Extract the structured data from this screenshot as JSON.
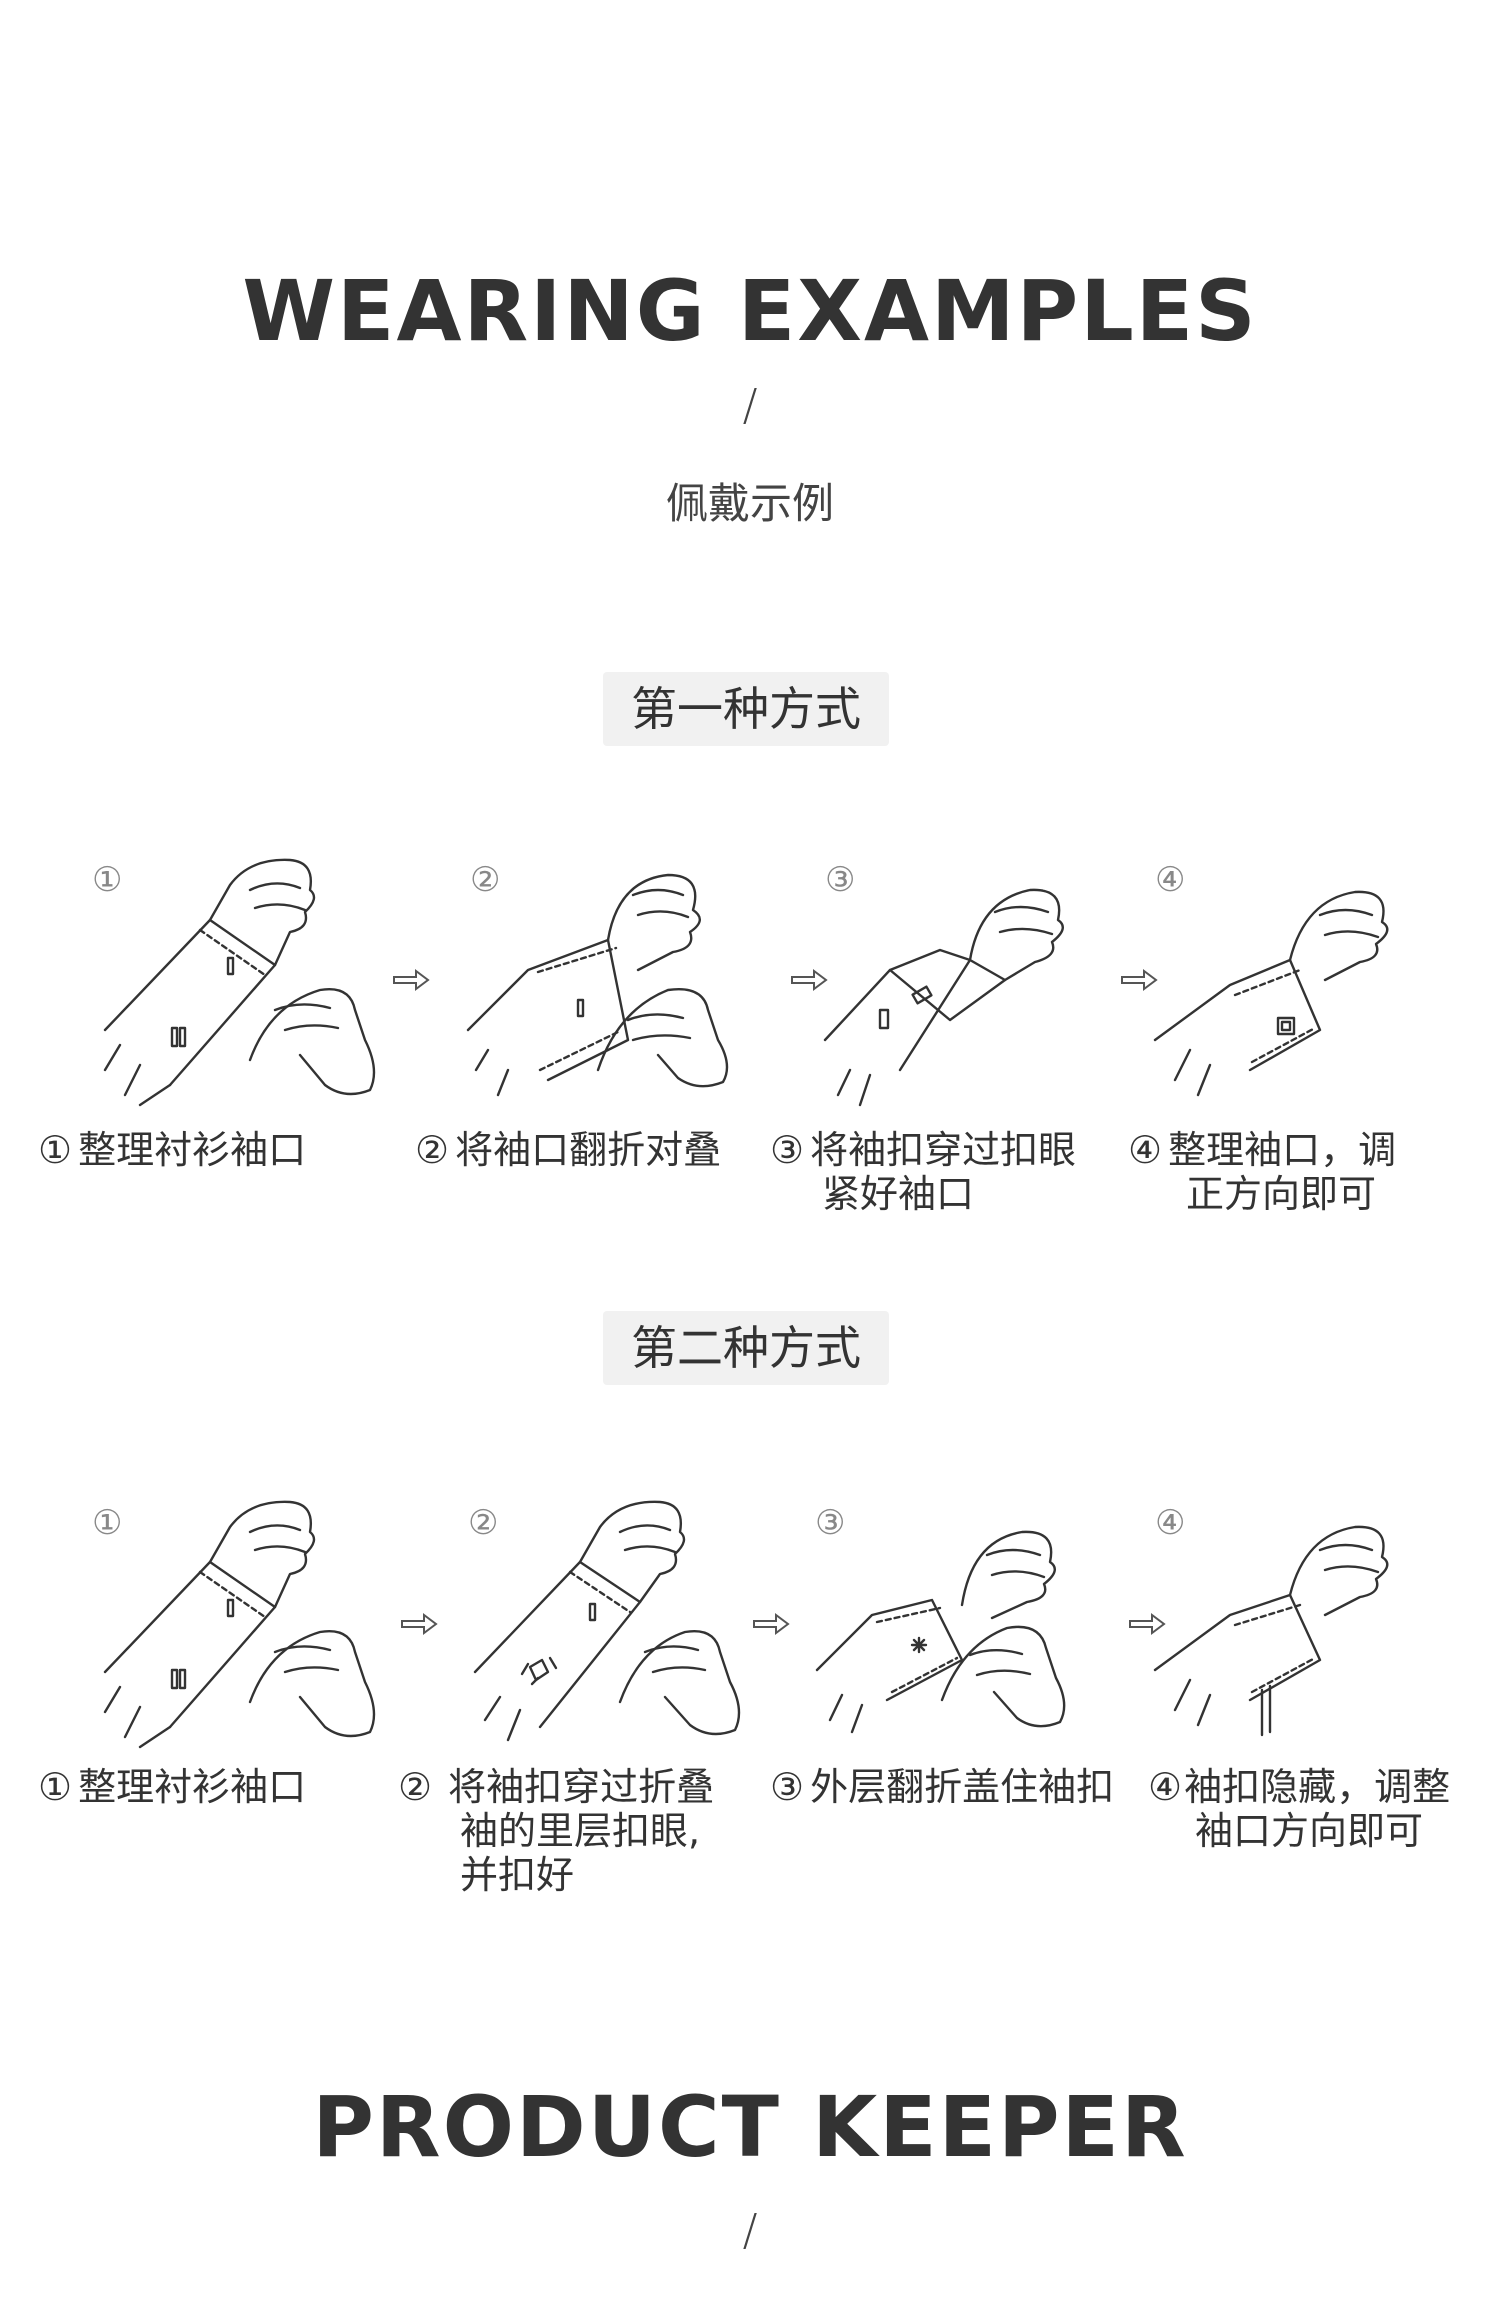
{
  "header": {
    "title": "WEARING EXAMPLES",
    "divider": "/",
    "subtitle": "佩戴示例"
  },
  "method1": {
    "label": "第一种方式",
    "steps": [
      {
        "num": "①",
        "caption_num": "①",
        "lines": [
          "整理衬衫袖口"
        ]
      },
      {
        "num": "②",
        "caption_num": "②",
        "lines": [
          "将袖口翻折对叠"
        ]
      },
      {
        "num": "③",
        "caption_num": "③",
        "lines": [
          "将袖扣穿过扣眼",
          "紧好袖口"
        ]
      },
      {
        "num": "④",
        "caption_num": "④",
        "lines": [
          "整理袖口，调",
          "正方向即可"
        ]
      }
    ]
  },
  "method2": {
    "label": "第二种方式",
    "steps": [
      {
        "num": "①",
        "caption_num": "①",
        "lines": [
          "整理衬衫袖口"
        ]
      },
      {
        "num": "②",
        "caption_num": "②",
        "lines": [
          "将袖扣穿过折叠",
          "袖的里层扣眼,",
          "并扣好"
        ]
      },
      {
        "num": "③",
        "caption_num": "③",
        "lines": [
          "外层翻折盖住袖扣"
        ]
      },
      {
        "num": "④",
        "caption_num": "④",
        "lines": [
          "袖扣隐藏，调整",
          "袖口方向即可"
        ]
      }
    ]
  },
  "footer": {
    "title": "PRODUCT KEEPER",
    "divider": "/"
  },
  "icons": {
    "arrow": "right-arrow-icon",
    "illustration": "hand-cuff-illustration"
  },
  "colors": {
    "text": "#333333",
    "muted": "#888888",
    "pill_bg": "#f1f1f1",
    "line": "#333333"
  }
}
